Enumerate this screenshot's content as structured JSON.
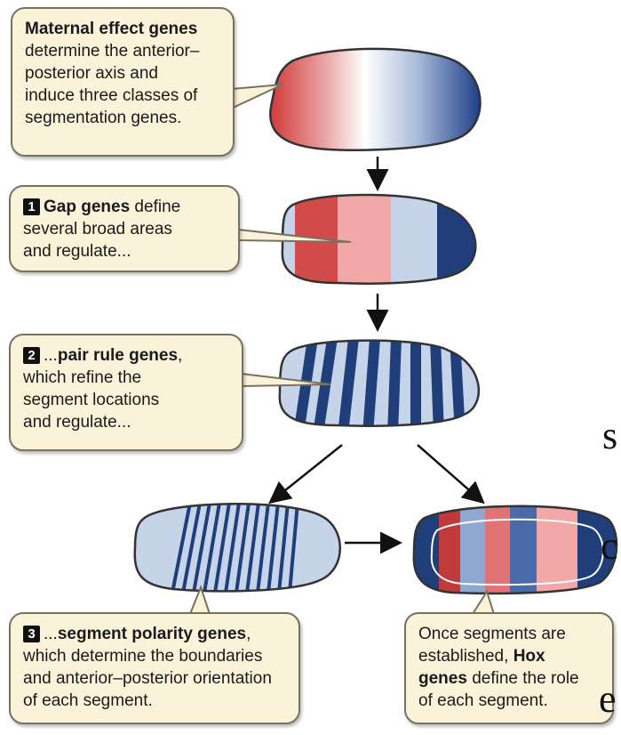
{
  "colors": {
    "box_fill": "#fbf3d9",
    "box_border": "#7a7060",
    "red_dark": "#d24a4a",
    "red_mid": "#e07373",
    "red_light": "#f3a8a8",
    "blue_light": "#c6d4ea",
    "blue_dark": "#1f3e7a"
  },
  "boxes": {
    "maternal": {
      "title": "Maternal effect genes",
      "lines": [
        "determine the anterior–",
        "posterior axis and",
        "induce three classes of",
        "segmentation genes."
      ]
    },
    "gap": {
      "number": "1",
      "title": "Gap genes",
      "title_rest": " define",
      "lines": [
        "several broad areas",
        "and regulate..."
      ]
    },
    "pair_rule": {
      "number": "2",
      "prefix": "...",
      "title": "pair rule genes",
      "title_rest": ",",
      "lines": [
        "which refine the",
        "segment locations",
        "and regulate..."
      ]
    },
    "segment_polarity": {
      "number": "3",
      "prefix": "...",
      "title": "segment polarity genes",
      "title_rest": ",",
      "lines": [
        "which determine the boundaries",
        "and anterior–posterior orientation",
        "of each segment."
      ]
    },
    "hox": {
      "line1": "Once segments are",
      "line2_pre": "established, ",
      "line2_bold": "Hox",
      "line3_bold": "genes",
      "line3_rest": " define the role",
      "line4": "of each segment."
    }
  },
  "edge_letters": [
    "s",
    "c",
    "e"
  ]
}
